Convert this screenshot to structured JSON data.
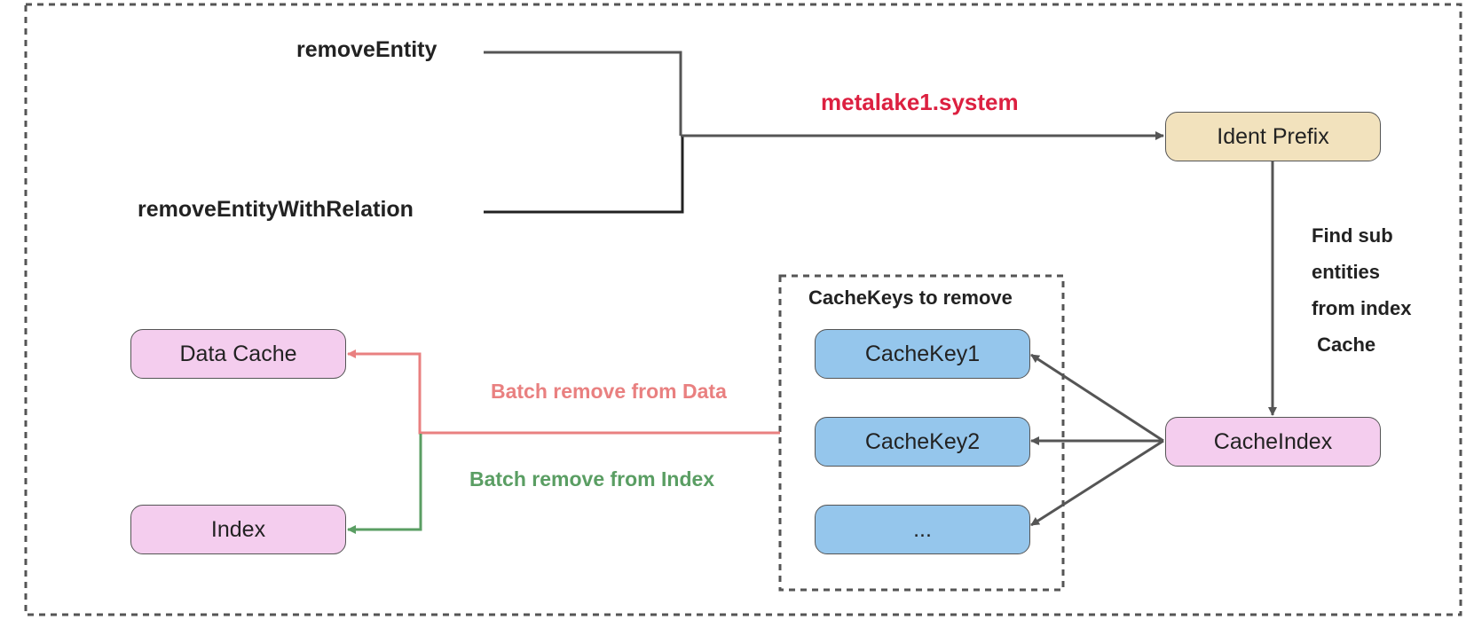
{
  "diagram": {
    "operations": {
      "remove_entity": "removeEntity",
      "remove_entity_with_relation": "removeEntityWithRelation"
    },
    "edge_labels": {
      "ident_value": "metalake1.system",
      "find_sub_entities": [
        "Find sub",
        "entities",
        "from index",
        " Cache"
      ],
      "batch_remove_data": "Batch remove from Data",
      "batch_remove_index": "Batch remove from Index"
    },
    "nodes": {
      "ident_prefix": "Ident Prefix",
      "cache_index": "CacheIndex",
      "data_cache": "Data Cache",
      "index": "Index",
      "cache_key_1": "CacheKey1",
      "cache_key_2": "CacheKey2",
      "cache_key_more": "..."
    },
    "group": {
      "title": "CacheKeys to remove"
    },
    "colors": {
      "ident_label": "#dc2040",
      "data_edge": "#e98080",
      "index_edge": "#5a9e63",
      "connector": "#555555",
      "node_pink": "#f4cdee",
      "node_blue": "#95c6ec",
      "node_tan": "#f2e2bd"
    }
  }
}
